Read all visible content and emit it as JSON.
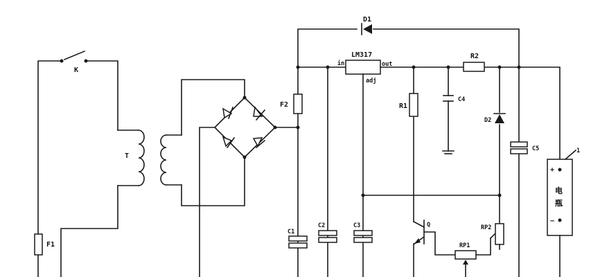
{
  "labels": {
    "switch": "K",
    "transformer": "T",
    "fuse1": "F1",
    "fuse2": "F2",
    "diode1": "D1",
    "regulator": "LM317",
    "pin_in": "in",
    "pin_out": "out",
    "pin_adj": "adj",
    "resistor1": "R1",
    "resistor2": "R2",
    "cap1": "C1",
    "cap2": "C2",
    "cap3": "C3",
    "cap4": "C4",
    "cap5": "C5",
    "diode2": "D2",
    "transistor": "Q",
    "pot1": "RP1",
    "pot2": "RP2",
    "battery_line1": "电",
    "battery_line2": "瓶",
    "battery_plus": "+",
    "battery_minus": "−",
    "callout": "1"
  }
}
